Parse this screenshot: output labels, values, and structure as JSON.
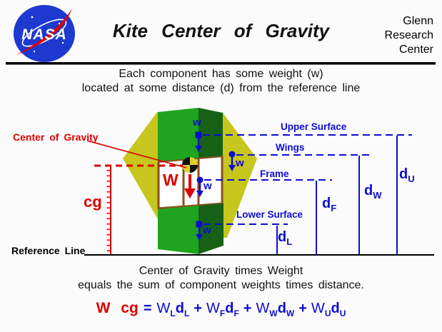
{
  "header": {
    "logo_text": "NASA",
    "title": "Kite Center of Gravity",
    "org": [
      "Glenn",
      "Research",
      "Center"
    ]
  },
  "intro": [
    "Each component has some weight (w)",
    "located at some distance (d) from the reference line"
  ],
  "diagram": {
    "center_of_gravity_label": "Center of Gravity",
    "cg_label": "cg",
    "weight_label": "W",
    "component_weight_label": "w",
    "upper_surface_label": "Upper Surface",
    "wings_label": "Wings",
    "frame_label": "Frame",
    "lower_surface_label": "Lower Surface",
    "reference_line_label": "Reference Line",
    "d_labels": [
      {
        "base": "d",
        "sub": "L"
      },
      {
        "base": "d",
        "sub": "F"
      },
      {
        "base": "d",
        "sub": "W"
      },
      {
        "base": "d",
        "sub": "U"
      }
    ]
  },
  "caption": [
    "Center of Gravity times Weight",
    "equals the sum of component weights times distance."
  ],
  "equation": {
    "lhs_w": "W",
    "lhs_cg": "cg",
    "equals": "=",
    "plus": "+",
    "terms": [
      {
        "w": "W",
        "w_sub": "L",
        "d": "d",
        "d_sub": "L"
      },
      {
        "w": "W",
        "w_sub": "F",
        "d": "d",
        "d_sub": "F"
      },
      {
        "w": "W",
        "w_sub": "W",
        "d": "d",
        "d_sub": "W"
      },
      {
        "w": "W",
        "w_sub": "U",
        "d": "d",
        "d_sub": "U"
      }
    ]
  },
  "colors": {
    "accent_blue": "#0d0dd0",
    "accent_red": "#dd0000",
    "kite_green_light": "#1ea41e",
    "kite_green_dark": "#176117",
    "kite_yellow": "#c6c61d",
    "nasa_blue": "#1d39cf"
  }
}
